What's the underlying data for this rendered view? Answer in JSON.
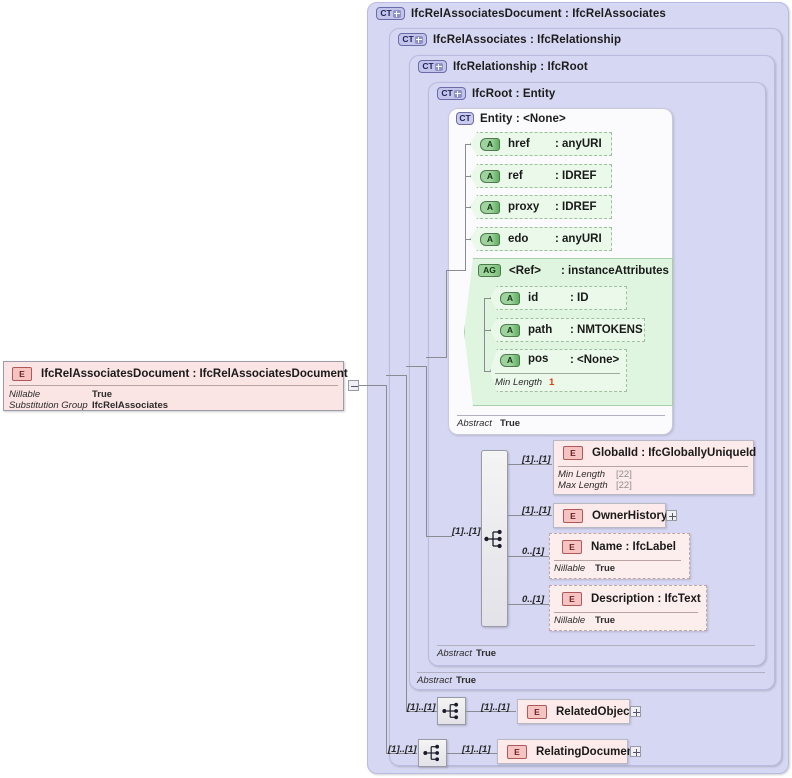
{
  "diagram": {
    "kind": "xsd-schema-diagram",
    "root_element": {
      "badge": "E",
      "title": "IfcRelAssociatesDocument : IfcRelAssociatesDocument",
      "facets": [
        {
          "label": "Nillable",
          "value": "True"
        },
        {
          "label": "Substitution Group",
          "value": "IfcRelAssociates"
        }
      ],
      "expander": "minus-icon"
    },
    "containers": [
      {
        "badge": "CT+",
        "title": "IfcRelAssociatesDocument : IfcRelAssociates"
      },
      {
        "badge": "CT+",
        "title": "IfcRelAssociates : IfcRelationship"
      },
      {
        "badge": "CT+",
        "title": "IfcRelationship : IfcRoot"
      },
      {
        "badge": "CT+",
        "title": "IfcRoot   : Entity"
      }
    ],
    "entity_box": {
      "badge": "CT",
      "title": "Entity    : <None>",
      "abstract": {
        "label": "Abstract",
        "value": "True"
      }
    },
    "attributes": [
      {
        "badge": "A",
        "name": "href",
        "type": ": anyURI"
      },
      {
        "badge": "A",
        "name": "ref",
        "type": ": IDREF"
      },
      {
        "badge": "A",
        "name": "proxy",
        "type": ": IDREF"
      },
      {
        "badge": "A",
        "name": "edo",
        "type": ": anyURI"
      }
    ],
    "attribute_group": {
      "badge": "AG",
      "name": "<Ref>",
      "type": ": instanceAttributes",
      "attributes": [
        {
          "badge": "A",
          "name": "id",
          "type": ": ID",
          "facets": []
        },
        {
          "badge": "A",
          "name": "path",
          "type": ": NMTOKENS",
          "facets": []
        },
        {
          "badge": "A",
          "name": "pos",
          "type": ": <None>",
          "facets": [
            {
              "label": "Min Length",
              "value": "1",
              "style": "red"
            }
          ]
        }
      ]
    },
    "ifcroot_abstract": {
      "label": "Abstract",
      "value": "True"
    },
    "ifcrelationship_abstract": {
      "label": "Abstract",
      "value": "True"
    },
    "sequence_members": [
      {
        "occurrence": "[1]..[1]",
        "badge": "E",
        "title": "GlobalId  : IfcGloballyUniqueId",
        "style": "solid",
        "facets": [
          {
            "label": "Min Length",
            "value": "[22]",
            "style": "grey"
          },
          {
            "label": "Max Length",
            "value": "[22]",
            "style": "grey"
          }
        ],
        "expander": null
      },
      {
        "occurrence": "[1]..[1]",
        "badge": "E",
        "title": "OwnerHistory",
        "style": "solid",
        "facets": [],
        "expander": "plus-icon"
      },
      {
        "occurrence": "0..[1]",
        "badge": "E",
        "title": "Name      : IfcLabel",
        "style": "dashed",
        "facets": [
          {
            "label": "Nillable",
            "value": "True"
          }
        ],
        "expander": null
      },
      {
        "occurrence": "0..[1]",
        "badge": "E",
        "title": "Description : IfcText",
        "style": "dashed",
        "facets": [
          {
            "label": "Nillable",
            "value": "True"
          }
        ],
        "expander": null
      }
    ],
    "sequence_outer_occurrence": "[1]..[1]",
    "bottom_rows": [
      {
        "left_occurrence": "[1]..[1]",
        "right_occurrence": "[1]..[1]",
        "compositor": "sequence-icon",
        "badge": "E",
        "title": "RelatedObjects",
        "expander": "plus-icon"
      },
      {
        "left_occurrence": "[1]..[1]",
        "right_occurrence": "[1]..[1]",
        "compositor": "sequence-icon",
        "badge": "E",
        "title": "RelatingDocument",
        "expander": "plus-icon"
      }
    ]
  },
  "colors": {
    "container_fill": "#d6d7f2",
    "entity_fill": "#fbfbfe",
    "attribute_fill": "#eaf9ea",
    "attribute_group_fill": "#dff5df",
    "element_fill": "#fbe4e4",
    "connector": "#8b8b93",
    "red_facet": "#e03a12",
    "grey_facet": "#8e8e8e"
  }
}
